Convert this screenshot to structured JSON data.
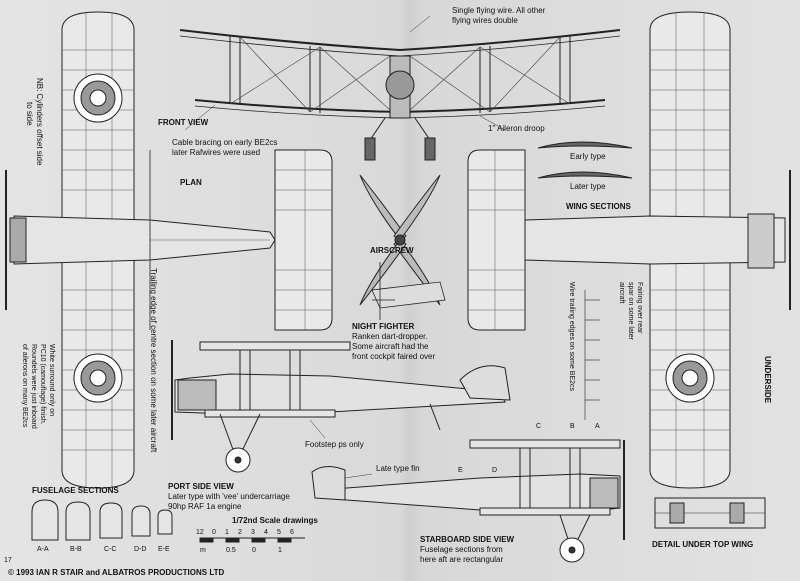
{
  "labels": {
    "front_view": "FRONT VIEW",
    "cable_note_1": "Cable bracing on early BE2cs",
    "cable_note_2": "later Rafwires were used",
    "plan": "PLAN",
    "flying_wire_1": "Single flying wire. All other",
    "flying_wire_2": "flying wires double",
    "aileron_droop": "1\" Aileron droop",
    "early_type": "Early type",
    "later_type": "Later type",
    "wing_sections": "WING SECTIONS",
    "airscrew": "AIRSCREW",
    "night_fighter": "NIGHT FIGHTER",
    "night_note_1": "Ranken dart-dropper.",
    "night_note_2": "Some aircraft had the",
    "night_note_3": "front cockpit faired over",
    "footstep": "Footstep ps only",
    "late_fin": "Late type fin",
    "fuselage_sections": "FUSELAGE SECTIONS",
    "port_side_view": "PORT SIDE VIEW",
    "port_note_1": "Later type with 'vee' undercarriage",
    "port_note_2": "90hp RAF 1a engine",
    "scale": "1/72nd Scale drawings",
    "starboard_side_view": "STARBOARD SIDE VIEW",
    "starboard_note_1": "Fuselage sections from",
    "starboard_note_2": "here aft are rectangular",
    "detail_under_top_wing": "DETAIL UNDER TOP WING",
    "copyright": "© 1993 IAN R STAIR and ALBATROS PRODUCTIONS LTD",
    "page_number": "17",
    "underside": "UNDERSIDE",
    "nb_cylinders_1": "NB: Cylinders offset side",
    "nb_cylinders_2": "to side",
    "trailing_edge": "Trailing edge of centre section on some later aircraft",
    "white_surround_1": "White surround only on",
    "white_surround_2": "PC10 (camouflage) finish.",
    "white_surround_3": "Roundels were just inboard",
    "white_surround_4": "of ailerons on many BE2cs",
    "wire_trailing": "Wire trailing edges on some BE2cs",
    "fairing_1": "Fairing over rear",
    "fairing_2": "spar on some later",
    "fairing_3": "aircraft"
  },
  "section_letters": [
    "A-A",
    "B-B",
    "C-C",
    "D-D",
    "E-E"
  ],
  "station_marks": [
    "C",
    "B",
    "A",
    "E",
    "D"
  ],
  "scale_numbers": [
    "12",
    "0",
    "1",
    "2",
    "3",
    "4",
    "5",
    "6"
  ],
  "scale_numbers_lower": [
    "m",
    "0.5",
    "0",
    "1"
  ]
}
